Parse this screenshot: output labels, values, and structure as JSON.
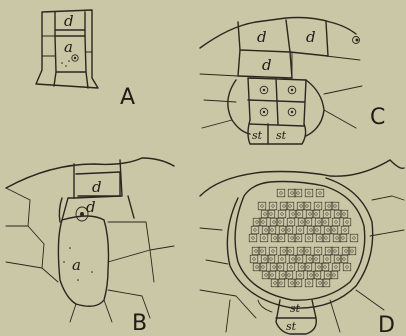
{
  "figure": {
    "background": "#c9c7a5",
    "ink": "#2a2620"
  },
  "panels": {
    "A": {
      "letter": "A",
      "cell_labels": {
        "d": "d",
        "a": "a"
      }
    },
    "B": {
      "letter": "B",
      "cell_labels": {
        "d1": "d",
        "d2": "d",
        "a": "a"
      }
    },
    "C": {
      "letter": "C",
      "cell_labels": {
        "d1": "d",
        "d2": "d",
        "d3": "d",
        "st1": "st",
        "st2": "st"
      }
    },
    "D": {
      "letter": "D",
      "cell_labels": {
        "st1": "st",
        "st2": "st"
      }
    }
  }
}
